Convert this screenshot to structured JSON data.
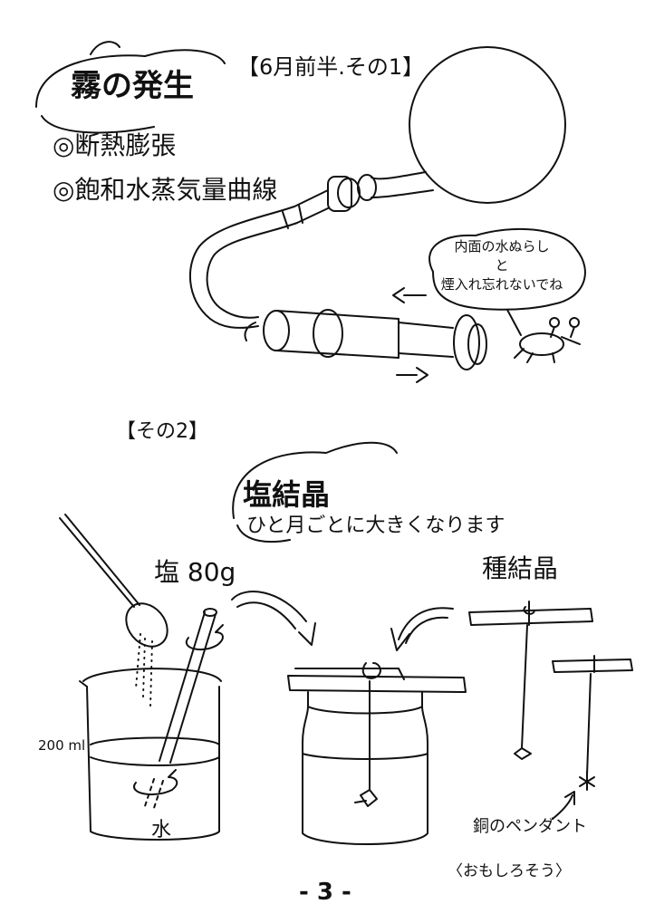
{
  "part1": {
    "title": "霧の発生",
    "date": "【6月前半.その1】",
    "items": [
      "◎断熱膨張",
      "◎飽和水蒸気量曲線"
    ],
    "note": [
      "内面の水ぬらし",
      "と",
      "煙入れ忘れないでね"
    ]
  },
  "part2": {
    "section": "【その2】",
    "title": "塩結晶",
    "subtitle": "ひと月ごとに大きくなります",
    "salt_label": "塩 80g",
    "seed_label": "種結晶",
    "volume_label": "200 ml",
    "water_label": "水",
    "pendant_label": "銅のペンダント",
    "fun_label": "〈おもしろそう〉"
  },
  "footer": {
    "page_number": "- 3 -"
  },
  "colors": {
    "ink": "#111111",
    "paper": "#ffffff"
  }
}
